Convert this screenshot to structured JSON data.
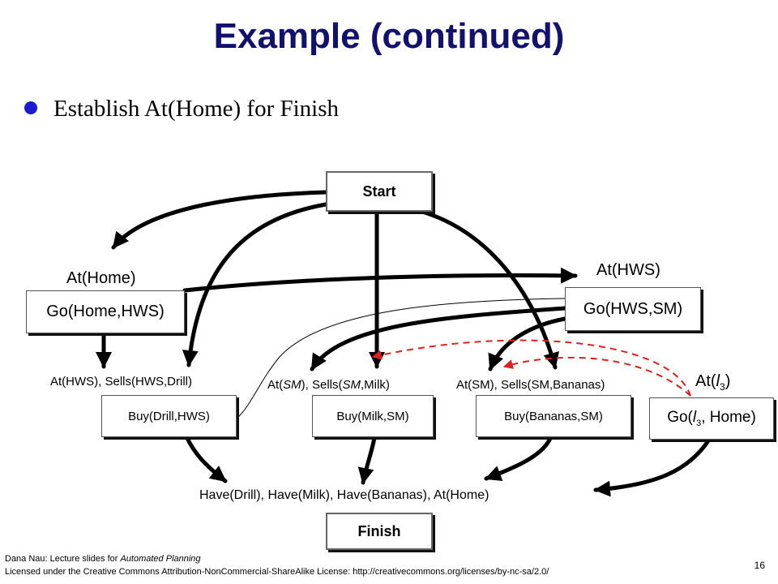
{
  "slide": {
    "title": "Example (continued)",
    "bullet": "Establish At(Home) for Finish",
    "page_number": "16"
  },
  "nodes": {
    "start": "Start",
    "finish": "Finish",
    "go_home_hws": "Go(Home,HWS)",
    "go_hws_sm": "Go(HWS,SM)",
    "buy_drill": "Buy(Drill,HWS)",
    "buy_milk": "Buy(Milk,SM)",
    "buy_bananas": "Buy(Bananas,SM)",
    "go_l3_prefix": "Go(",
    "go_l3_var": "l",
    "go_l3_sub": "3",
    "go_l3_suffix": ", Home)"
  },
  "labels": {
    "at_home": "At(Home)",
    "at_hws": "At(HWS)",
    "pre_drill": "At(HWS), Sells(HWS,Drill)",
    "pre_milk_1": "At(",
    "pre_milk_2": "SM",
    "pre_milk_3": "), Sells(",
    "pre_milk_4": "SM",
    "pre_milk_5": ",Milk)",
    "pre_bananas": "At(SM), Sells(SM,Bananas)",
    "at_l3_prefix": "At(",
    "at_l3_var": "l",
    "at_l3_sub": "3",
    "at_l3_suffix": ")",
    "finish_preconds": "Have(Drill), Have(Milk), Have(Bananas), At(Home)"
  },
  "footer": {
    "line1_prefix": "Dana Nau: Lecture slides for ",
    "line1_italic": "Automated Planning",
    "line2": "Licensed under the Creative Commons Attribution-NonCommercial-ShareAlike License: http://creativecommons.org/licenses/by-nc-sa/2.0/"
  },
  "colors": {
    "title": "#12126e",
    "bullet_dot": "#1a1ad0",
    "threat_link": "#e02020",
    "causal_link": "#000000"
  }
}
